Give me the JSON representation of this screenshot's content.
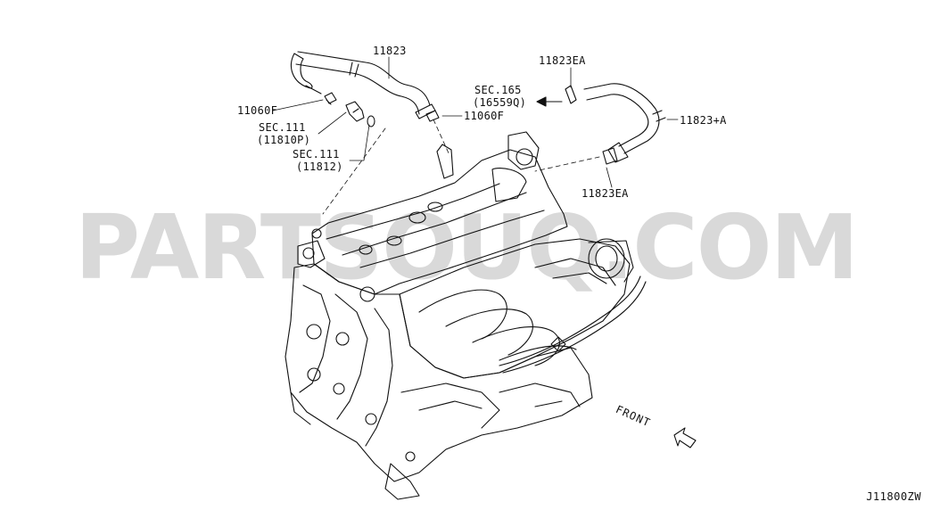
{
  "watermark": "PARTSOUQ.COM",
  "labels": {
    "hose_top": "11823",
    "clamp_left": "11060F",
    "sec111_a": "SEC.111",
    "sec111_a_code": "(11810P)",
    "sec111_b": "SEC.111",
    "sec111_b_code": "(11812)",
    "sec165": "SEC.165",
    "sec165_code": "(16559Q)",
    "clamp_mid": "11060F",
    "clamp_ea_top": "11823EA",
    "hose_right": "11823+A",
    "clamp_ea_bottom": "11823EA"
  },
  "front_label": "FRONT",
  "diagram_code": "J11800ZW"
}
